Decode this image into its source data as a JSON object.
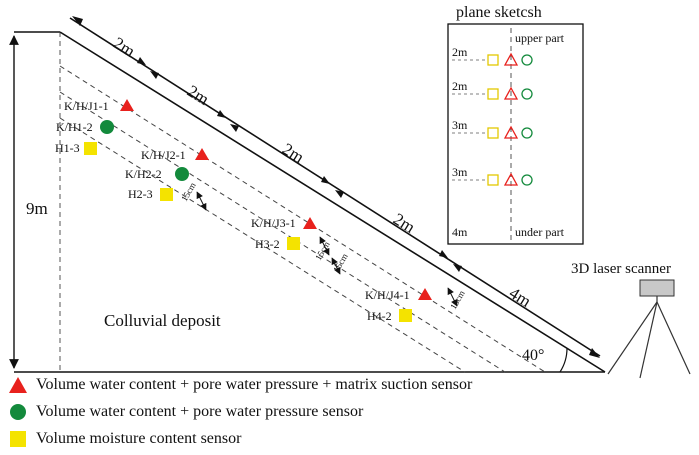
{
  "diagram": {
    "slope_height": "9m",
    "slope_angle": "40°",
    "deposit_label": "Colluvial deposit",
    "scanner_label": "3D laser scanner",
    "segments": [
      "2m",
      "2m",
      "2m",
      "2m",
      "4m"
    ],
    "depth_labels": [
      "15cm",
      "15cm",
      "15cm",
      "15cm"
    ],
    "sensor_groups": [
      {
        "triangle": "K/H/J1-1",
        "circle": "K/H1-2",
        "square": "H1-3"
      },
      {
        "triangle": "K/H/J2-1",
        "circle": "K/H2-2",
        "square": "H2-3"
      },
      {
        "triangle": "K/H/J3-1",
        "circle": "",
        "square": "H3-2"
      },
      {
        "triangle": "K/H/J4-1",
        "circle": "",
        "square": "H4-2"
      }
    ]
  },
  "plane_sketch": {
    "title": "plane sketcsh",
    "top_label": "upper part",
    "bottom_label": "under part",
    "spacings": [
      "2m",
      "2m",
      "3m",
      "3m",
      "4m"
    ]
  },
  "legend": [
    {
      "marker": "red-triangle",
      "text": "Volume water content + pore water pressure + matrix suction sensor"
    },
    {
      "marker": "green-circle",
      "text": "Volume water content + pore water pressure sensor"
    },
    {
      "marker": "yellow-square",
      "text": "Volume moisture content sensor"
    }
  ],
  "colors": {
    "red": "#e8211d",
    "green": "#138a3c",
    "yellow": "#f4e300",
    "line": "#111111"
  }
}
